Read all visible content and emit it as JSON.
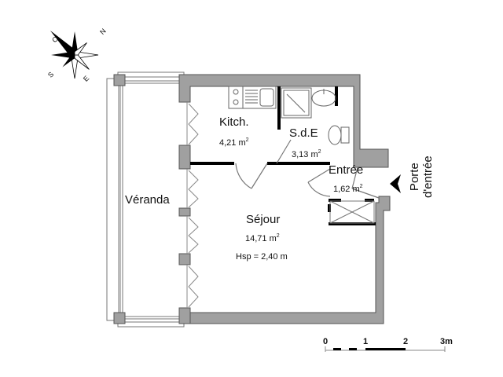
{
  "compass": {
    "north": "N",
    "south": "S",
    "east": "E",
    "west": "O"
  },
  "rooms": {
    "kitchen": {
      "name": "Kitch.",
      "area": "4,21 m",
      "unit_sup": "2"
    },
    "bathroom": {
      "name": "S.d.E",
      "area": "3,13 m",
      "unit_sup": "2"
    },
    "entry": {
      "name": "Entrée",
      "area": "1,62 m",
      "unit_sup": "2"
    },
    "living": {
      "name": "Séjour",
      "area": "14,71 m",
      "unit_sup": "2",
      "ceiling_height": "Hsp = 2,40 m"
    },
    "veranda": {
      "name": "Véranda"
    }
  },
  "entrance_door": {
    "line1": "Porte",
    "line2": "d'entrée"
  },
  "scale_bar": {
    "ticks": [
      "0",
      "1",
      "2",
      "3m"
    ]
  },
  "colors": {
    "wall": "#a0a0a0",
    "wall_outline": "#555555",
    "partition": "#000000"
  }
}
